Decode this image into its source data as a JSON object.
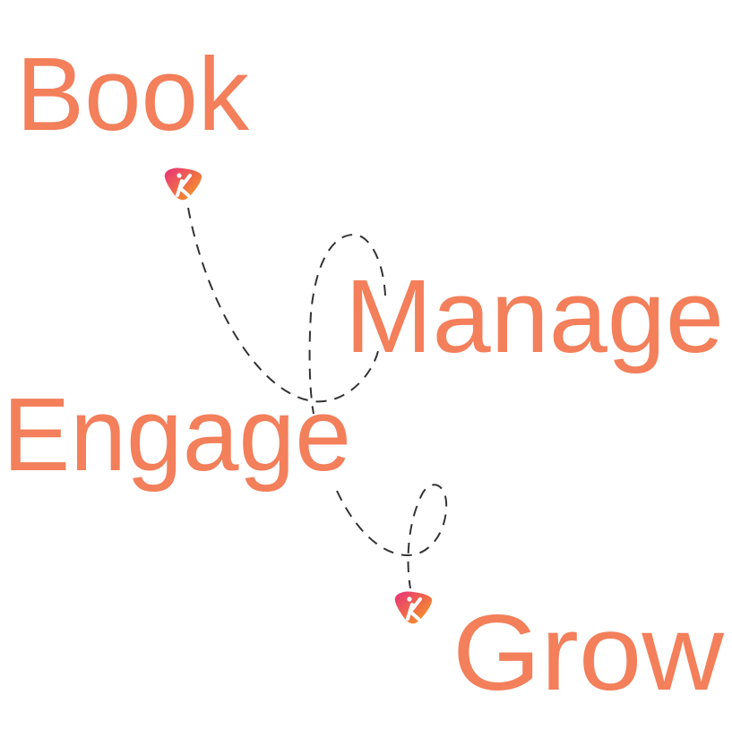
{
  "words": {
    "book": "Book",
    "manage": "Manage",
    "engage": "Engage",
    "grow": "Grow"
  },
  "colors": {
    "text": "#F37F5B",
    "path": "#333333",
    "icon_start": "#E8317A",
    "icon_end": "#F7A21B"
  },
  "icons": [
    "brand-pin-icon",
    "brand-pin-icon"
  ]
}
